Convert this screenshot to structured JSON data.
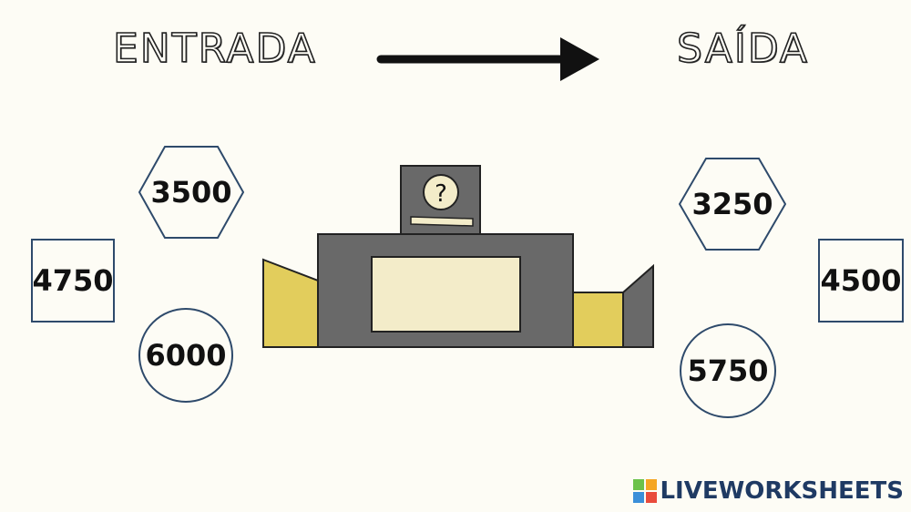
{
  "header": {
    "input_label": "ENTRADA",
    "output_label": "SAÍDA"
  },
  "inputs": {
    "hexagon_value": "3500",
    "square_value": "4750",
    "circle_value": "6000"
  },
  "outputs": {
    "hexagon_value": "3250",
    "square_value": "4500",
    "circle_value": "5750"
  },
  "machine": {
    "symbol": "?"
  },
  "colors": {
    "background": "#fdfcf5",
    "machine_body": "#696969",
    "machine_screen": "#f3ecc9",
    "machine_wings": "#e2cd5c",
    "shape_border": "#2e4a6b",
    "brand": "#1f3a63"
  },
  "brand": {
    "name": "LIVEWORKSHEETS"
  }
}
